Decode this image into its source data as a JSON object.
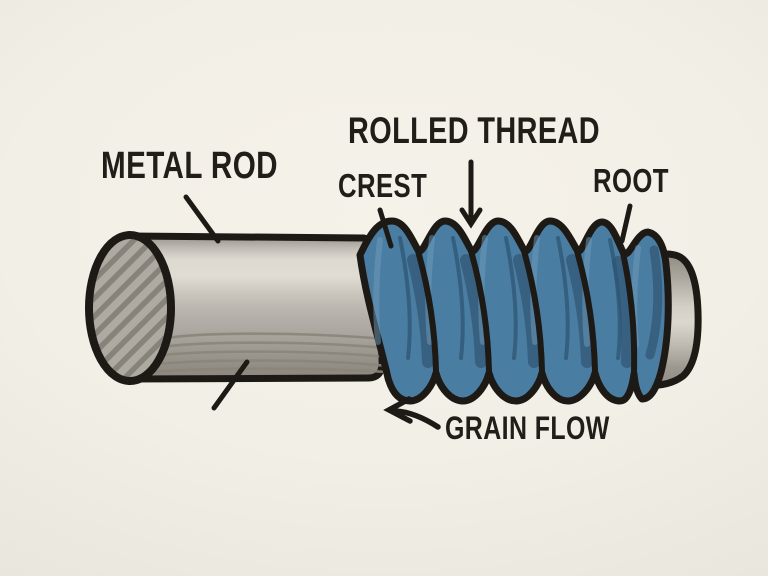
{
  "diagram": {
    "subject": "thread rolling on a metal rod",
    "labels": {
      "metal_rod": "METAL ROD",
      "rolled_thread": "ROLLED THREAD",
      "crest": "CREST",
      "root": "ROOT",
      "grain_flow": "GRAIN FLOW"
    },
    "colors": {
      "background": "#f2efe6",
      "outline": "#1d1915",
      "text": "#211d19",
      "thread_blue": "#4a7da2",
      "thread_blue_dark": "#386080",
      "thread_blue_deep": "#2e5574",
      "thread_blue_highlight": "#6f9cba",
      "rod_gray_highlight": "#e0dcd4",
      "rod_gray_mid": "#b6b2ab",
      "rod_gray_dark": "#8a857d",
      "end_face_base": "#aeaaa2",
      "end_face_hatch": "#87827a",
      "grain_line": "#8b857a"
    }
  }
}
